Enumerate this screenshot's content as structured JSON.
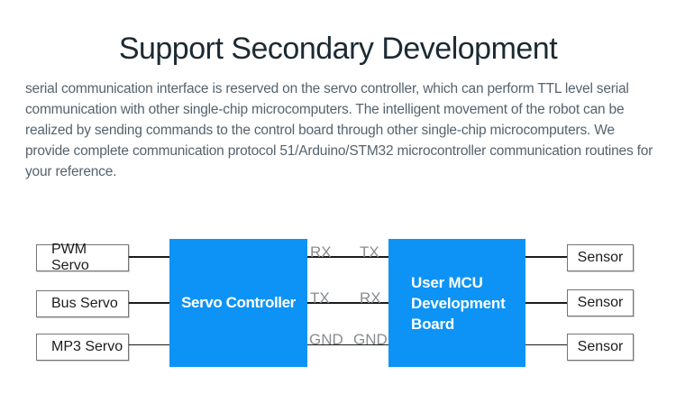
{
  "page": {
    "title": "Support Secondary Development",
    "description": "serial communication interface is reserved on the servo controller, which can perform TTL level serial communication with other single-chip microcomputers. The intelligent movement of the robot can be realized by sending commands to the control board through other single-chip microcomputers. We provide complete communication protocol 51/Arduino/STM32 microcontroller communication routines for your reference."
  },
  "diagram": {
    "servo_inputs": [
      "PWM Servo",
      "Bus Servo",
      "MP3 Servo"
    ],
    "controller_label": "Servo Controller",
    "mcu_label_lines": [
      "User MCU",
      "Development",
      "Board"
    ],
    "sensors": [
      "Sensor",
      "Sensor",
      "Sensor"
    ],
    "pin_rows": [
      {
        "controller_pin": "RX",
        "mcu_pin": "TX"
      },
      {
        "controller_pin": "TX",
        "mcu_pin": "RX"
      },
      {
        "controller_pin": "GND",
        "mcu_pin": "GND"
      }
    ],
    "colors": {
      "accent_blue": "#0d93f5",
      "title_text": "#1c2a33",
      "body_text": "#55636e",
      "pin_label": "#888d91",
      "connector_line": "#1c1c1c",
      "box_border": "#757575"
    }
  }
}
